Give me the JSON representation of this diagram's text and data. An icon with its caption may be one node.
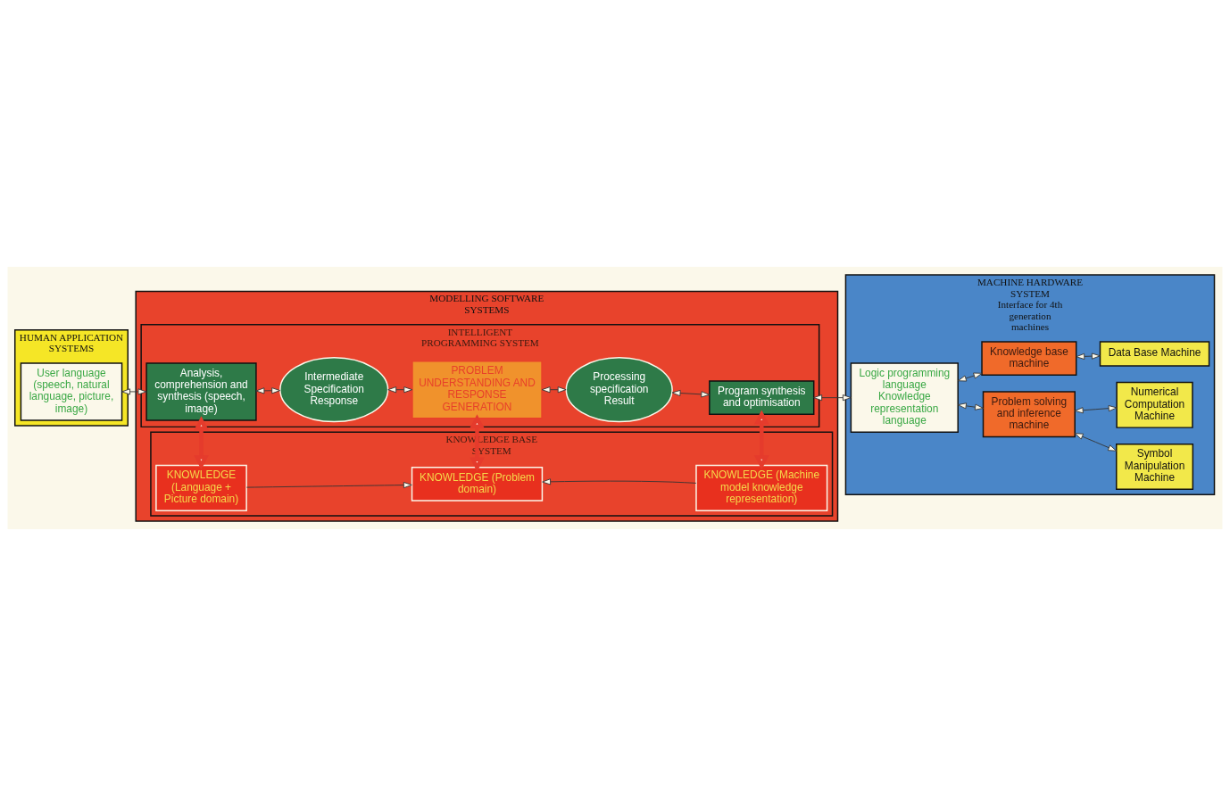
{
  "diagram": {
    "nodes": [
      {
        "text": [
          "HUMAN APPLICATION SYSTEMS"
        ]
      },
      {
        "text": [
          "User language (speech, natural language, picture, image)"
        ],
        "in": 0
      },
      {
        "text": [
          "MODELLING SOFTWARE SYSTEMS"
        ]
      },
      {
        "text": [
          "INTELLIGENT PROGRAMMING SYSTEM"
        ],
        "in": 2
      },
      {
        "text": [
          "KNOWLEDGE BASE SYSTEM"
        ],
        "in": 2
      },
      {
        "text": [
          "Analysis, comprehension and synthesis (speech, image)"
        ],
        "in": 3
      },
      {
        "text": [
          "Intermediate Specification Response"
        ],
        "in": 3
      },
      {
        "text": [
          "PROBLEM UNDERSTANDING AND RESPONSE GENERATION"
        ],
        "in": 3
      },
      {
        "text": [
          "Processing specification Result"
        ],
        "in": 3
      },
      {
        "text": [
          "Program synthesis and optimisation"
        ],
        "in": 3
      },
      {
        "text": [
          "KNOWLEDGE (Language + Picture domain)"
        ],
        "in": 4
      },
      {
        "text": [
          "KNOWLEDGE (Problem domain)"
        ],
        "in": 4
      },
      {
        "text": [
          "KNOWLEDGE (Machine model knowledge representation)"
        ],
        "in": 4
      },
      {
        "text": [
          "MACHINE HARDWARE SYSTEM",
          "Interface for 4th generation machines"
        ]
      },
      {
        "text": [
          "Logic programming language",
          "Knowledge representation language"
        ],
        "in": 13
      },
      {
        "text": [
          "Problem solving and inference machine"
        ],
        "in": 13
      },
      {
        "text": [
          "Knowledge base machine"
        ],
        "in": 13
      },
      {
        "text": [
          "Symbol Manipulation Machine"
        ],
        "in": 13
      },
      {
        "text": [
          "Numerical Computation Machine"
        ],
        "in": 13
      },
      {
        "text": [
          "Data Base Machine"
        ],
        "in": 13
      }
    ],
    "edges": [
      {
        "from": 1,
        "to": 5,
        "arrow": "both"
      },
      {
        "from": 5,
        "to": 6,
        "arrow": "both"
      },
      {
        "from": 6,
        "to": 7,
        "arrow": "both"
      },
      {
        "from": 7,
        "to": 8,
        "arrow": "both"
      },
      {
        "from": 8,
        "to": 9,
        "arrow": "both"
      },
      {
        "from": 9,
        "to": 14,
        "arrow": "both"
      },
      {
        "from": 14,
        "to": 15,
        "arrow": "both"
      },
      {
        "from": 14,
        "to": 16,
        "arrow": "both"
      },
      {
        "from": 15,
        "to": 17,
        "arrow": "both"
      },
      {
        "from": 15,
        "to": 18,
        "arrow": "both"
      },
      {
        "from": 16,
        "to": 19,
        "arrow": "both"
      },
      {
        "from": 5,
        "to": 10,
        "arrow": "both",
        "style": "thick",
        "color": "#e53b2c"
      },
      {
        "from": 7,
        "to": 11,
        "arrow": "both",
        "style": "thick",
        "color": "#e53b2c"
      },
      {
        "from": 9,
        "to": 12,
        "arrow": "both",
        "style": "thick",
        "color": "#e53b2c"
      },
      {
        "from": 10,
        "to": 11,
        "arrow": "to"
      },
      {
        "from": 12,
        "to": 11,
        "arrow": "to"
      }
    ]
  }
}
